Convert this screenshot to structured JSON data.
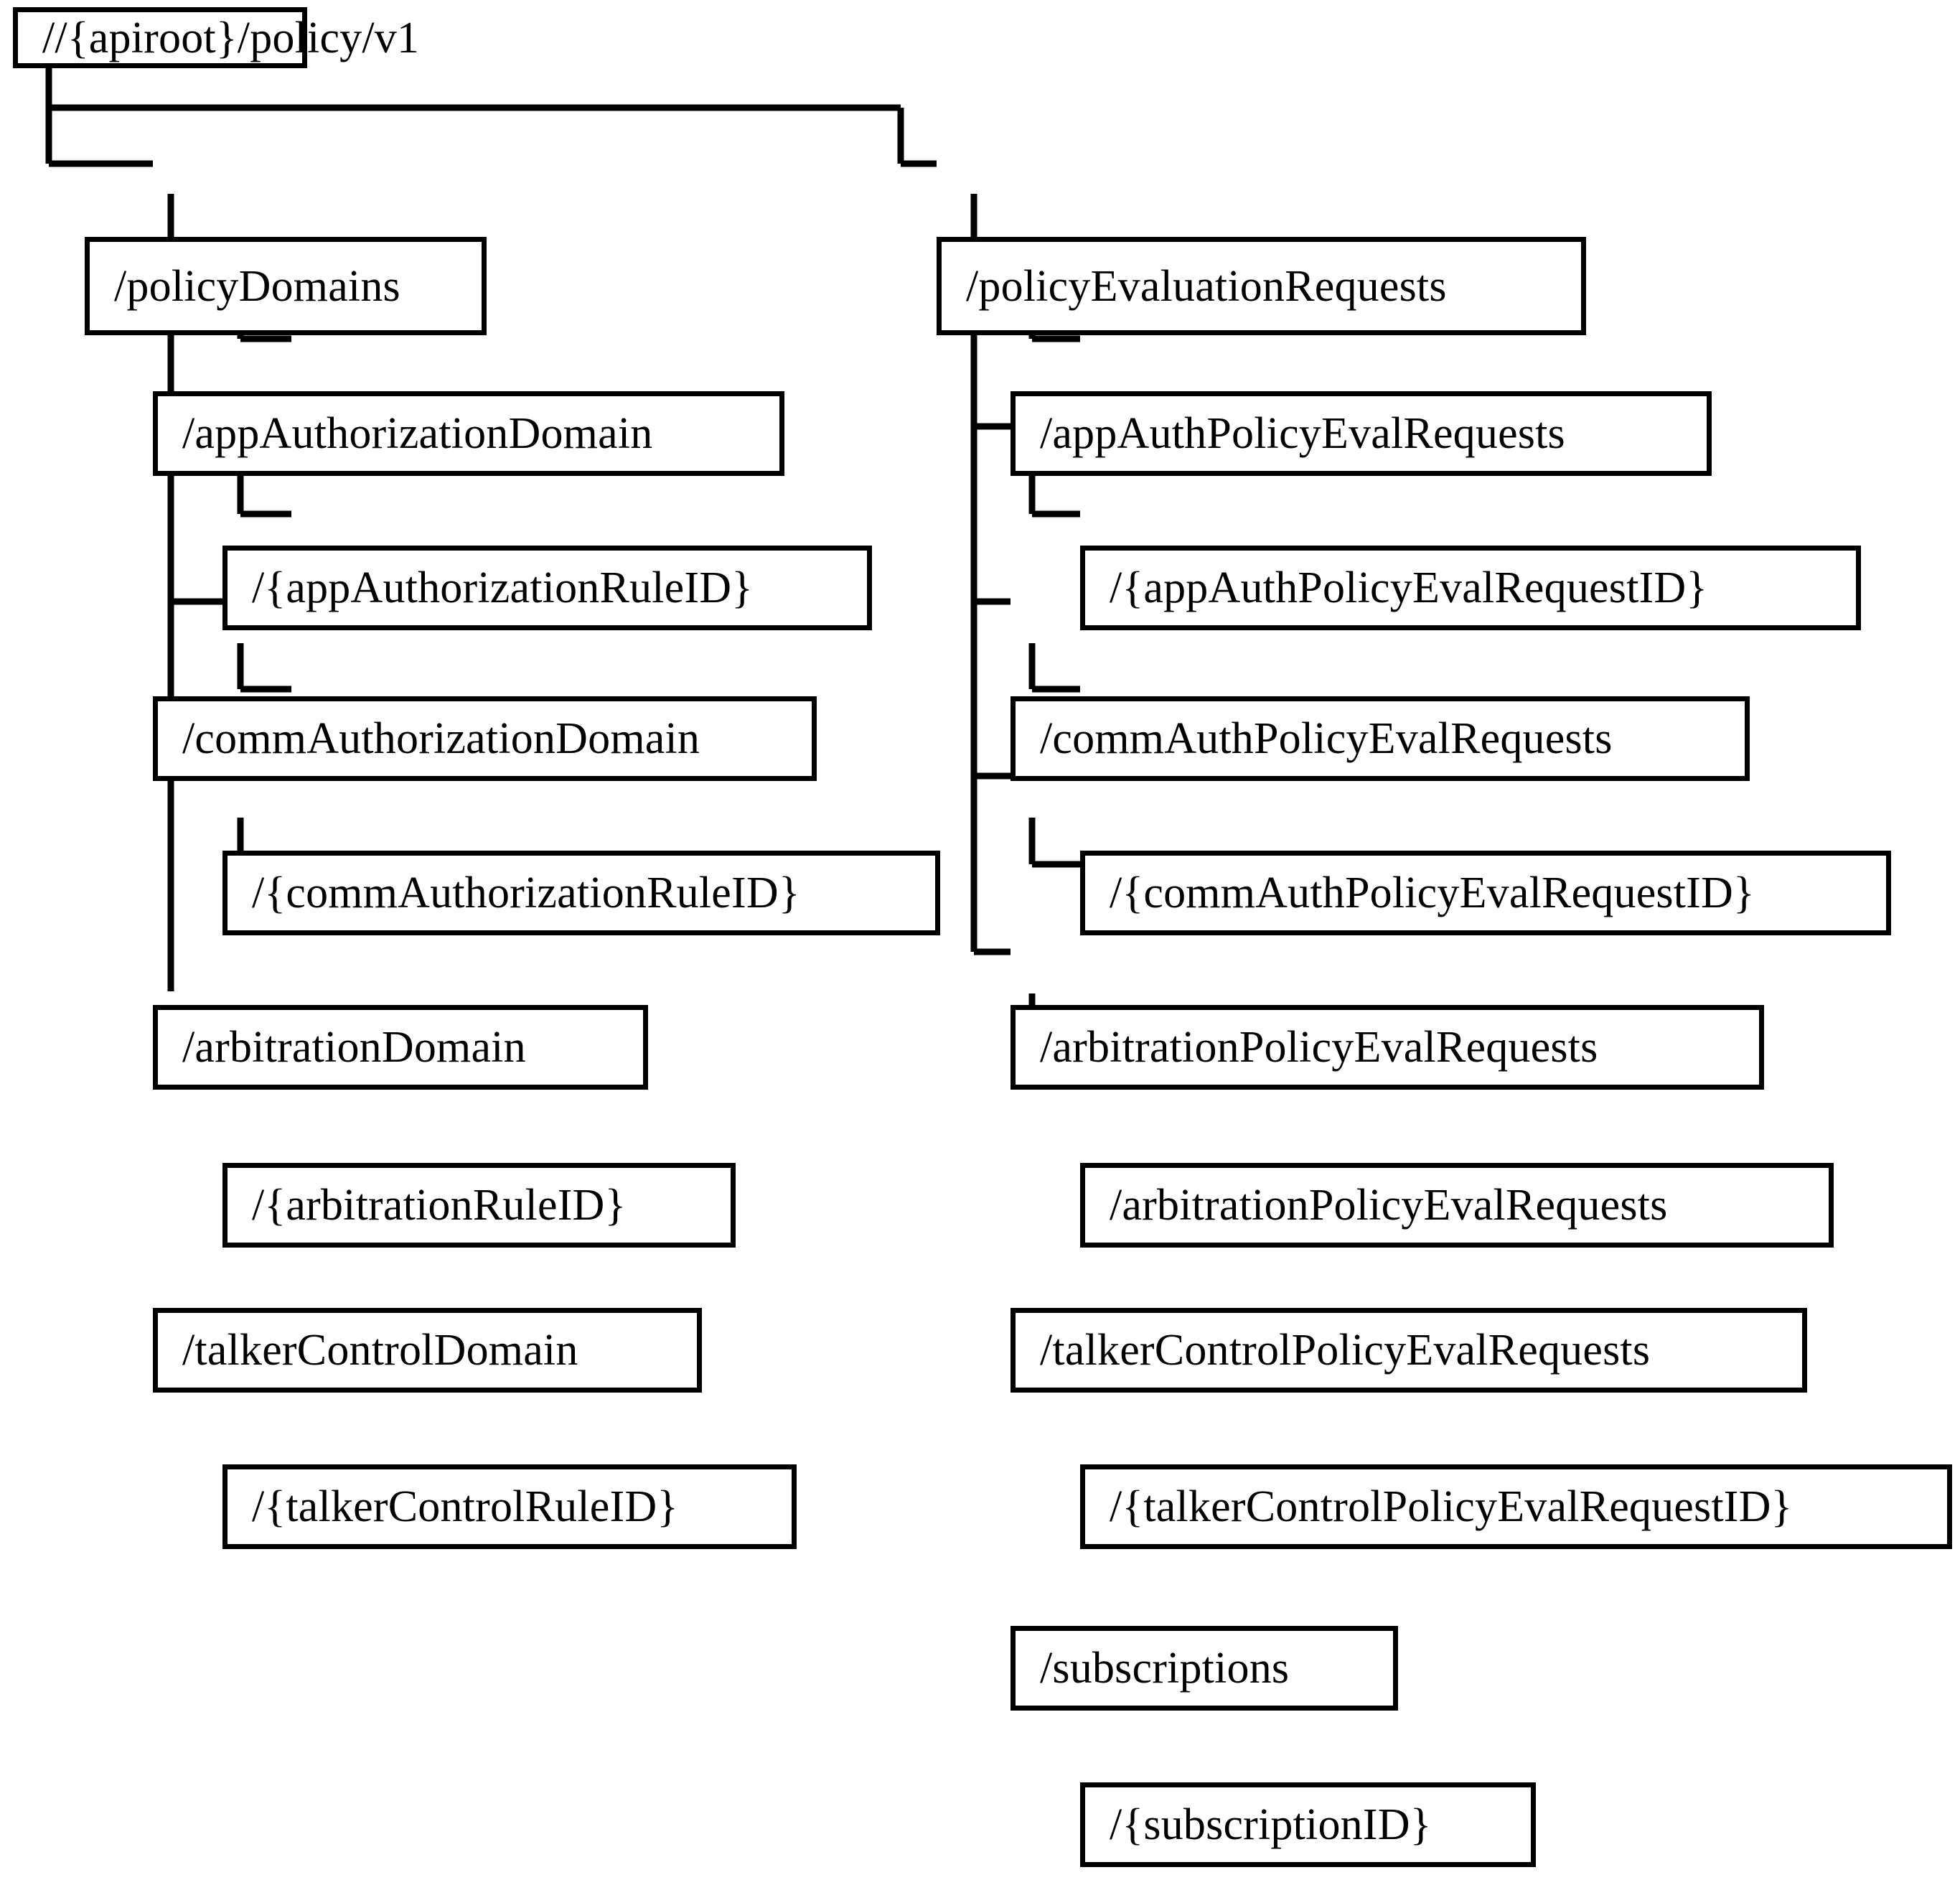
{
  "diagram": {
    "title": "Policy API resource tree",
    "type": "tree",
    "style": {
      "box_fill": "#ffffff",
      "box_stroke": "#000000",
      "edge_stroke": "#000000",
      "background": "#ffffff"
    }
  },
  "nodes": {
    "root": "//{apiroot}/policy/v1",
    "policy_domains": {
      "label": "/policyDomains",
      "children": [
        {
          "label": "/appAuthorizationDomain",
          "child": "/{appAuthorizationRuleID}"
        },
        {
          "label": "/commAuthorizationDomain",
          "child": "/{commAuthorizationRuleID}"
        },
        {
          "label": "/arbitrationDomain",
          "child": "/{arbitrationRuleID}"
        },
        {
          "label": "/talkerControlDomain",
          "child": "/{talkerControlRuleID}"
        }
      ]
    },
    "policy_evaluation_requests": {
      "label": "/policyEvaluationRequests",
      "children": [
        {
          "label": "/appAuthPolicyEvalRequests",
          "child": "/{appAuthPolicyEvalRequestID}"
        },
        {
          "label": "/commAuthPolicyEvalRequests",
          "child": "/{commAuthPolicyEvalRequestID}"
        },
        {
          "label": "/arbitrationPolicyEvalRequests",
          "child": "/arbitrationPolicyEvalRequests"
        },
        {
          "label": "/talkerControlPolicyEvalRequests",
          "child": "/{talkerControlPolicyEvalRequestID}"
        },
        {
          "label": "/subscriptions",
          "child": "/{subscriptionID}"
        }
      ]
    }
  }
}
